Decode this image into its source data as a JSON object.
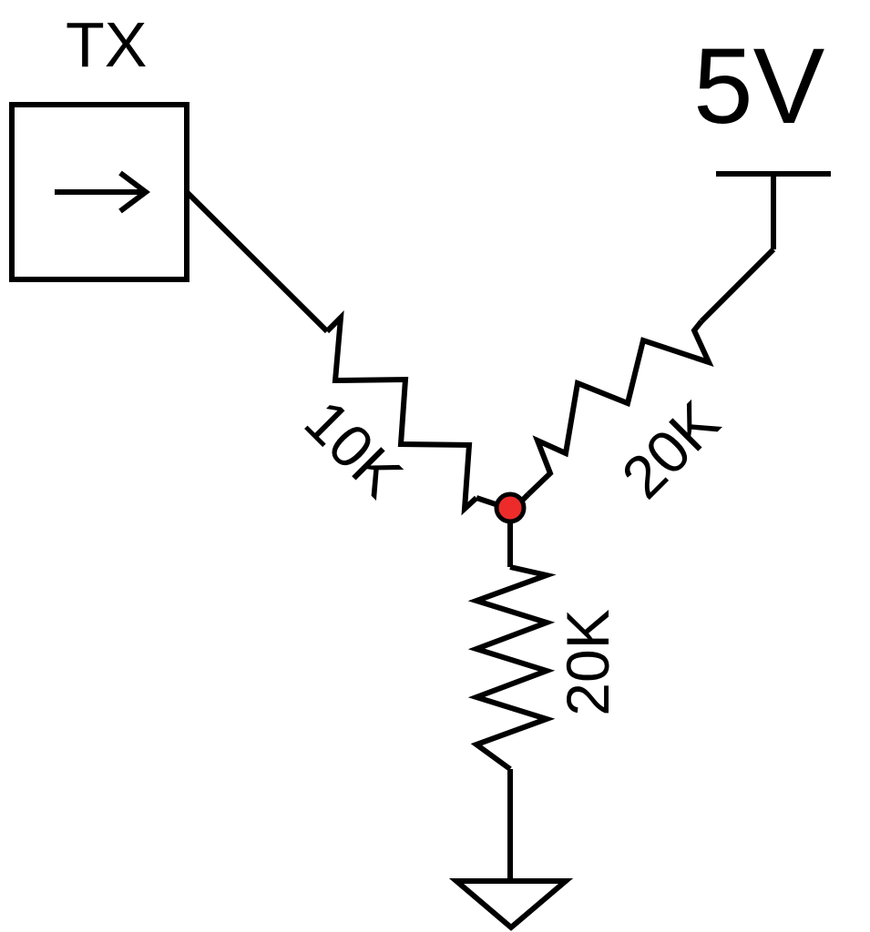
{
  "labels": {
    "tx": "TX",
    "supply": "5V",
    "r_tx": "10K",
    "r_supply": "20K",
    "r_ground": "20K"
  },
  "colors": {
    "stroke": "#000000",
    "junction_fill": "#ee2b2b",
    "background": "#ffffff"
  },
  "icons": {
    "tx_port": "arrow-right-icon",
    "ground": "ground-icon",
    "junction": "junction-node"
  }
}
